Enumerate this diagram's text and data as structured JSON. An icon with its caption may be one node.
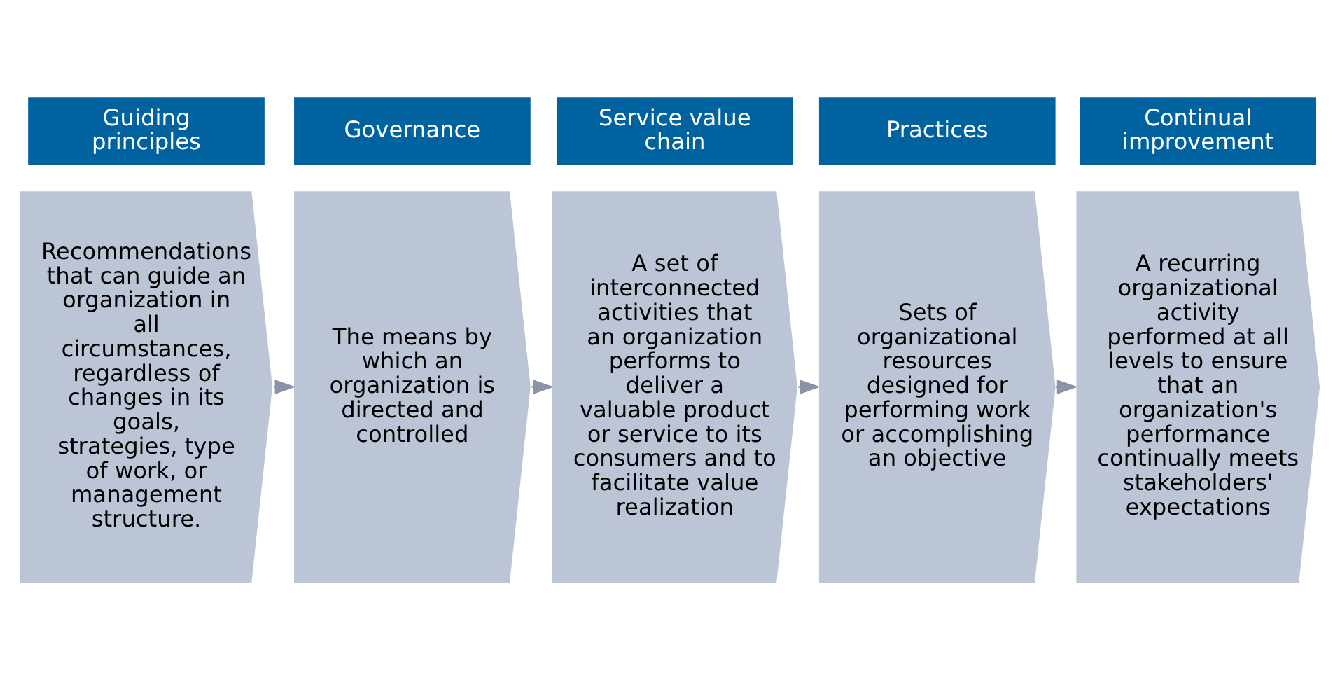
{
  "diagram": {
    "nodes": [
      {
        "text": [
          "Guiding principles"
        ]
      },
      {
        "text": [
          "Governance"
        ]
      },
      {
        "text": [
          "Service value chain"
        ]
      },
      {
        "text": [
          "Practices"
        ]
      },
      {
        "text": [
          "Continual improvement"
        ]
      },
      {
        "text": [
          "Recommendations that can guide an organization in all circumstances, regardless of changes in its goals, strategies, type of work, or management structure."
        ]
      },
      {
        "text": [
          "The means by which an organization is directed and controlled"
        ]
      },
      {
        "text": [
          "A set of interconnected activities that an organization performs to deliver a valuable product or service to its consumers and to facilitate value realization"
        ]
      },
      {
        "text": [
          "Sets of organizational resources designed for performing work or accomplishing an objective"
        ]
      },
      {
        "text": [
          "A recurring organizational activity performed at all levels to ensure that an organization's performance continually meets stakeholders' expectations"
        ]
      }
    ],
    "edges": [
      {
        "from": 5,
        "to": 6,
        "arrow": "to"
      },
      {
        "from": 6,
        "to": 7,
        "arrow": "to"
      },
      {
        "from": 7,
        "to": 8,
        "arrow": "to"
      },
      {
        "from": 8,
        "to": 9,
        "arrow": "to"
      }
    ]
  }
}
